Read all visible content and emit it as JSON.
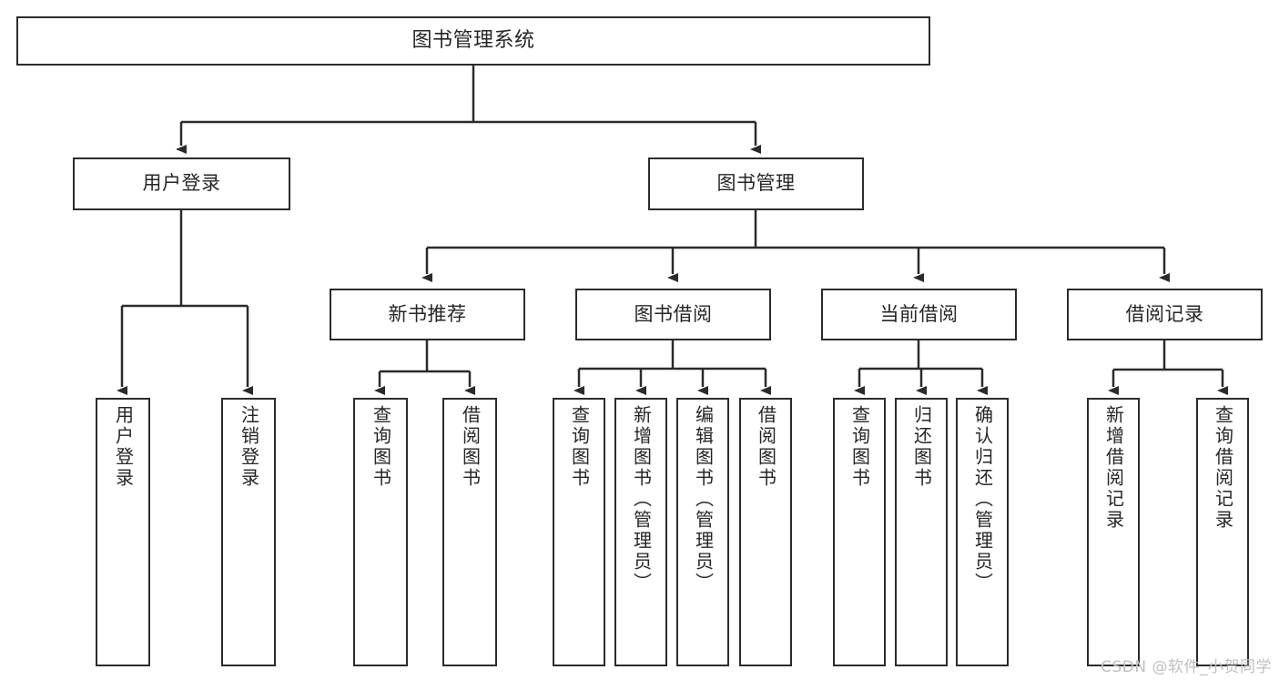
{
  "diagram": {
    "title": "图书管理系统",
    "watermark": "CSDN @软件_小贺同学",
    "colors": {
      "stroke": "#2b2b2b",
      "text": "#262626",
      "background": "#ffffff",
      "watermark": "#bfbfbf"
    },
    "nodes": {
      "root": {
        "label": "图书管理系统"
      },
      "level2": [
        {
          "label": "用户登录"
        },
        {
          "label": "图书管理"
        }
      ],
      "level3": [
        {
          "label": "新书推荐"
        },
        {
          "label": "图书借阅"
        },
        {
          "label": "当前借阅"
        },
        {
          "label": "借阅记录"
        }
      ],
      "leaves": {
        "user_login": [
          {
            "label": "用户登录"
          },
          {
            "label": "注销登录"
          }
        ],
        "new_book": [
          {
            "label": "查询图书"
          },
          {
            "label": "借阅图书"
          }
        ],
        "book_borrow": [
          {
            "label": "查询图书"
          },
          {
            "label": "新增图书（管理员）"
          },
          {
            "label": "编辑图书（管理员）"
          },
          {
            "label": "借阅图书"
          }
        ],
        "current_borrow": [
          {
            "label": "查询图书"
          },
          {
            "label": "归还图书"
          },
          {
            "label": "确认归还（管理员）"
          }
        ],
        "borrow_record": [
          {
            "label": "新增借阅记录"
          },
          {
            "label": "查询借阅记录"
          }
        ]
      }
    }
  }
}
